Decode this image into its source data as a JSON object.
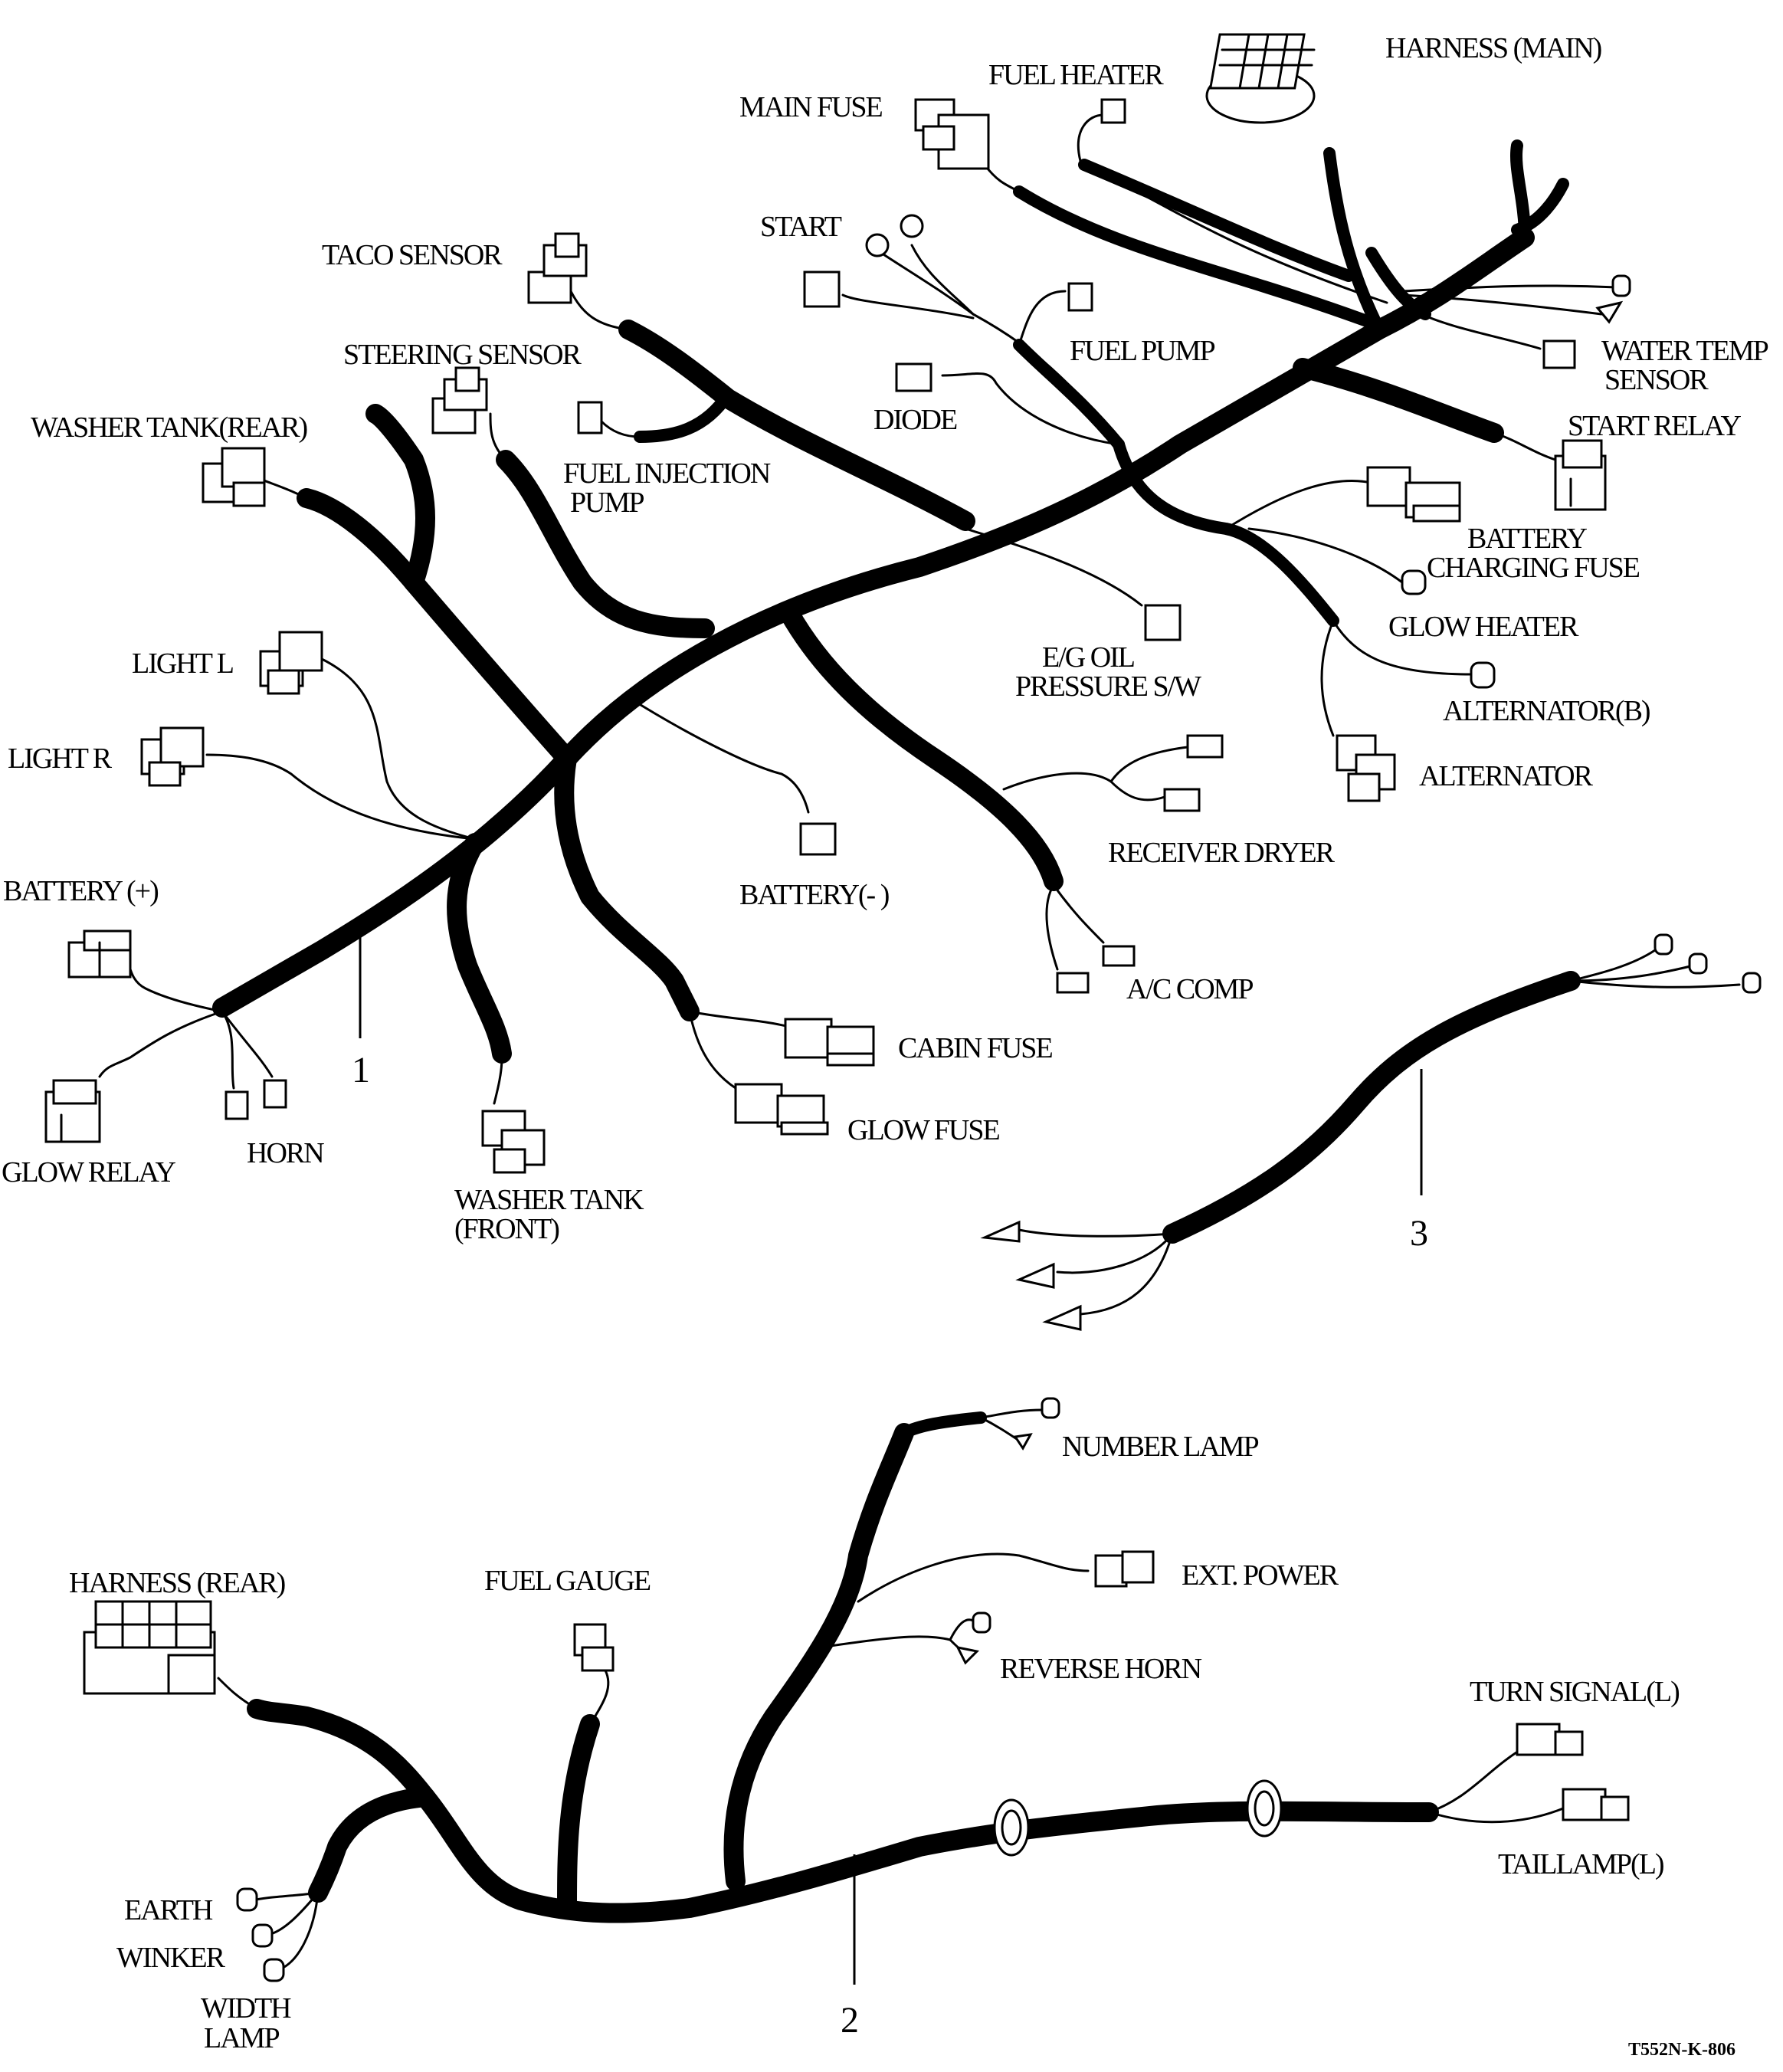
{
  "labels": {
    "harness_main": "HARNESS (MAIN)",
    "fuel_heater": "FUEL HEATER",
    "main_fuse": "MAIN FUSE",
    "start": "START",
    "taco_sensor": "TACO SENSOR",
    "fuel_pump": "FUEL PUMP",
    "water_temp_1": "WATER TEMP",
    "water_temp_2": "SENSOR",
    "steering_sensor": "STEERING SENSOR",
    "diode": "DIODE",
    "start_relay": "START RELAY",
    "washer_tank_rear": "WASHER TANK(REAR)",
    "fuel_injection_1": "FUEL INJECTION",
    "fuel_injection_2": "PUMP",
    "battery_charging_1": "BATTERY",
    "battery_charging_2": "CHARGING FUSE",
    "glow_heater": "GLOW HEATER",
    "light_l": "LIGHT L",
    "eg_oil_1": "E/G OIL",
    "eg_oil_2": "PRESSURE S/W",
    "alternator_b": "ALTERNATOR(B)",
    "light_r": "LIGHT R",
    "alternator": "ALTERNATOR",
    "receiver_dryer": "RECEIVER DRYER",
    "battery_plus": "BATTERY (+)",
    "battery_minus": "BATTERY(- )",
    "ac_comp": "A/C COMP",
    "cabin_fuse": "CABIN FUSE",
    "callout_1": "1",
    "glow_fuse": "GLOW FUSE",
    "horn": "HORN",
    "glow_relay": "GLOW RELAY",
    "washer_tank_front_1": "WASHER TANK",
    "washer_tank_front_2": "(FRONT)",
    "callout_3": "3",
    "number_lamp": "NUMBER LAMP",
    "harness_rear": "HARNESS (REAR)",
    "fuel_gauge": "FUEL GAUGE",
    "ext_power": "EXT. POWER",
    "reverse_horn": "REVERSE HORN",
    "turn_signal_l": "TURN SIGNAL(L)",
    "taillamp_l": "TAILLAMP(L)",
    "earth": "EARTH",
    "winker": "WINKER",
    "width_lamp_1": "WIDTH",
    "width_lamp_2": "LAMP",
    "callout_2": "2",
    "figure_code": "T552N-K-806"
  }
}
